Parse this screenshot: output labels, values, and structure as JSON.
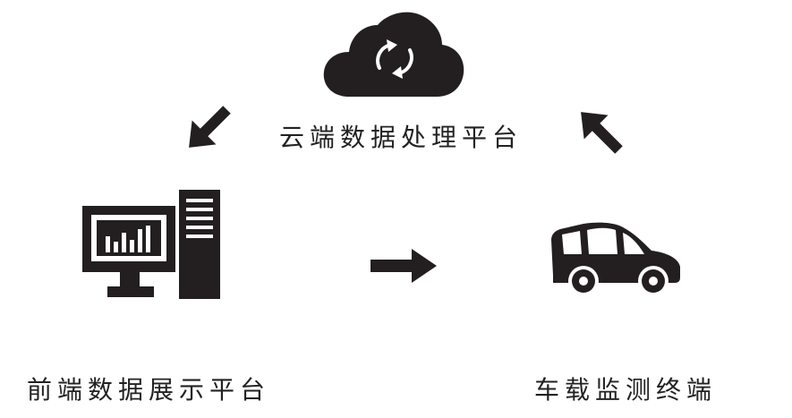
{
  "nodes": {
    "cloud": {
      "label": "云端数据处理平台",
      "icon": "cloud-sync-icon"
    },
    "frontend": {
      "label": "前端数据展示平台",
      "icon": "desktop-computer-icon"
    },
    "vehicle": {
      "label": "车载监测终端",
      "icon": "car-icon"
    }
  },
  "edges": [
    {
      "from": "cloud",
      "to": "frontend",
      "icon": "arrow-down-left-icon"
    },
    {
      "from": "frontend",
      "to": "vehicle",
      "icon": "arrow-right-icon"
    },
    {
      "from": "vehicle",
      "to": "cloud",
      "icon": "arrow-up-left-icon"
    }
  ],
  "colors": {
    "icon": "#231f20",
    "text": "#222222",
    "background": "#ffffff"
  }
}
